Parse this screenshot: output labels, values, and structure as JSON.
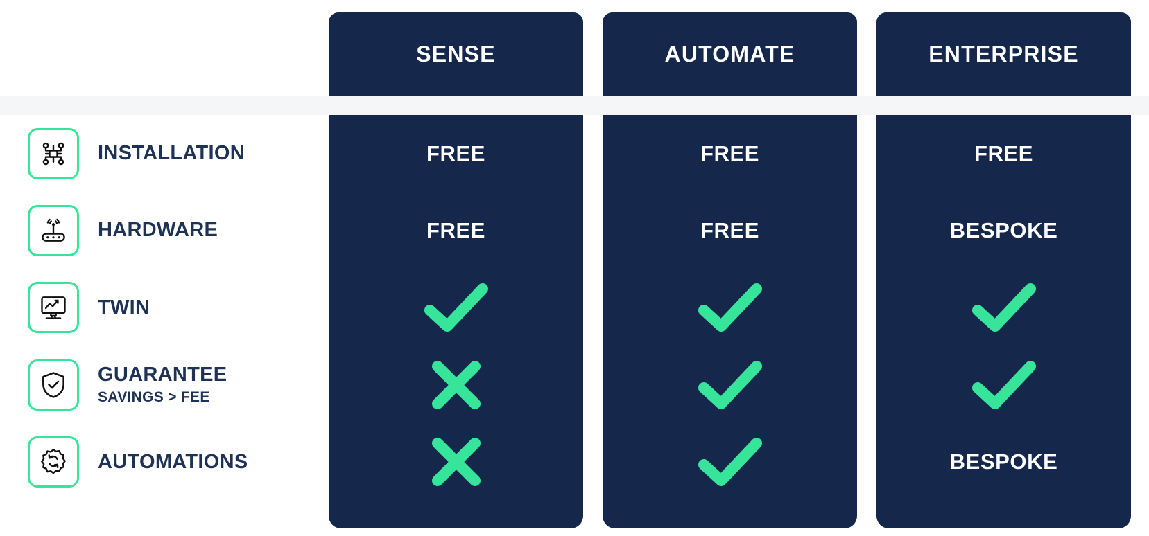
{
  "theme": {
    "navy": "#16274c",
    "navy_text": "#1d3254",
    "green": "#36e49a",
    "white": "#ffffff",
    "separator_gray": "#f5f6f7"
  },
  "table": {
    "plans": [
      {
        "name": "SENSE"
      },
      {
        "name": "AUTOMATE"
      },
      {
        "name": "ENTERPRISE"
      }
    ],
    "features": [
      {
        "icon": "circuit-nodes-icon",
        "title": "INSTALLATION",
        "subtitle": "",
        "values": [
          {
            "type": "text",
            "text": "FREE"
          },
          {
            "type": "text",
            "text": "FREE"
          },
          {
            "type": "text",
            "text": "FREE"
          }
        ]
      },
      {
        "icon": "wifi-router-icon",
        "title": "HARDWARE",
        "subtitle": "",
        "values": [
          {
            "type": "text",
            "text": "FREE"
          },
          {
            "type": "text",
            "text": "FREE"
          },
          {
            "type": "text",
            "text": "BESPOKE"
          }
        ]
      },
      {
        "icon": "monitor-chart-icon",
        "title": "TWIN",
        "subtitle": "",
        "values": [
          {
            "type": "check",
            "text": ""
          },
          {
            "type": "check",
            "text": ""
          },
          {
            "type": "check",
            "text": ""
          }
        ]
      },
      {
        "icon": "shield-check-icon",
        "title": "GUARANTEE",
        "subtitle": "SAVINGS > FEE",
        "values": [
          {
            "type": "cross",
            "text": ""
          },
          {
            "type": "check",
            "text": ""
          },
          {
            "type": "check",
            "text": ""
          }
        ]
      },
      {
        "icon": "gear-refresh-icon",
        "title": "AUTOMATIONS",
        "subtitle": "",
        "values": [
          {
            "type": "cross",
            "text": ""
          },
          {
            "type": "check",
            "text": ""
          },
          {
            "type": "text",
            "text": "BESPOKE"
          }
        ]
      }
    ]
  }
}
